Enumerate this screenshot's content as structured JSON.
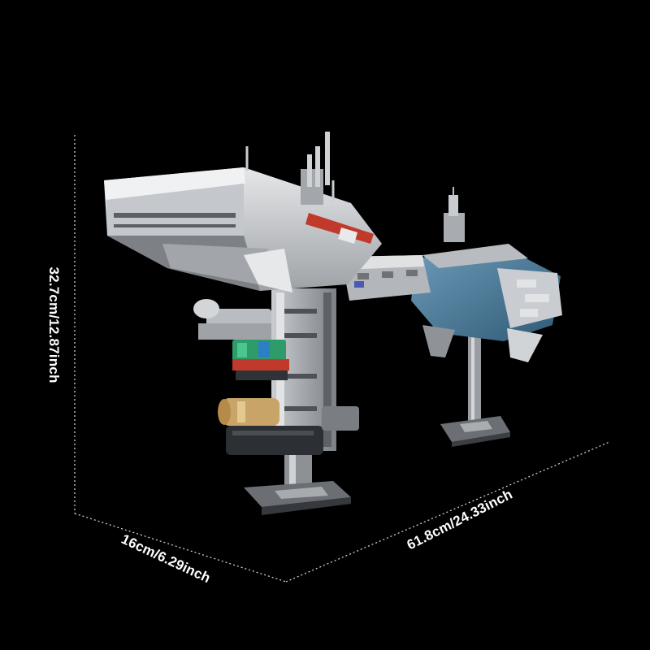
{
  "dimensions": {
    "height": "32.7cm/12.87inch",
    "depth": "16cm/6.29inch",
    "length": "61.8cm/24.33inch"
  },
  "colors": {
    "background": "#000000",
    "guide_lines": "#dddddd",
    "hull_light": "#d4d6d8",
    "hull_mid": "#9a9ea3",
    "hull_dark": "#4e5256",
    "accent_red": "#c0392b",
    "accent_blue": "#3d6f8f"
  },
  "icons": {
    "product": "brick-spaceship-model",
    "stand": "display-stand"
  }
}
